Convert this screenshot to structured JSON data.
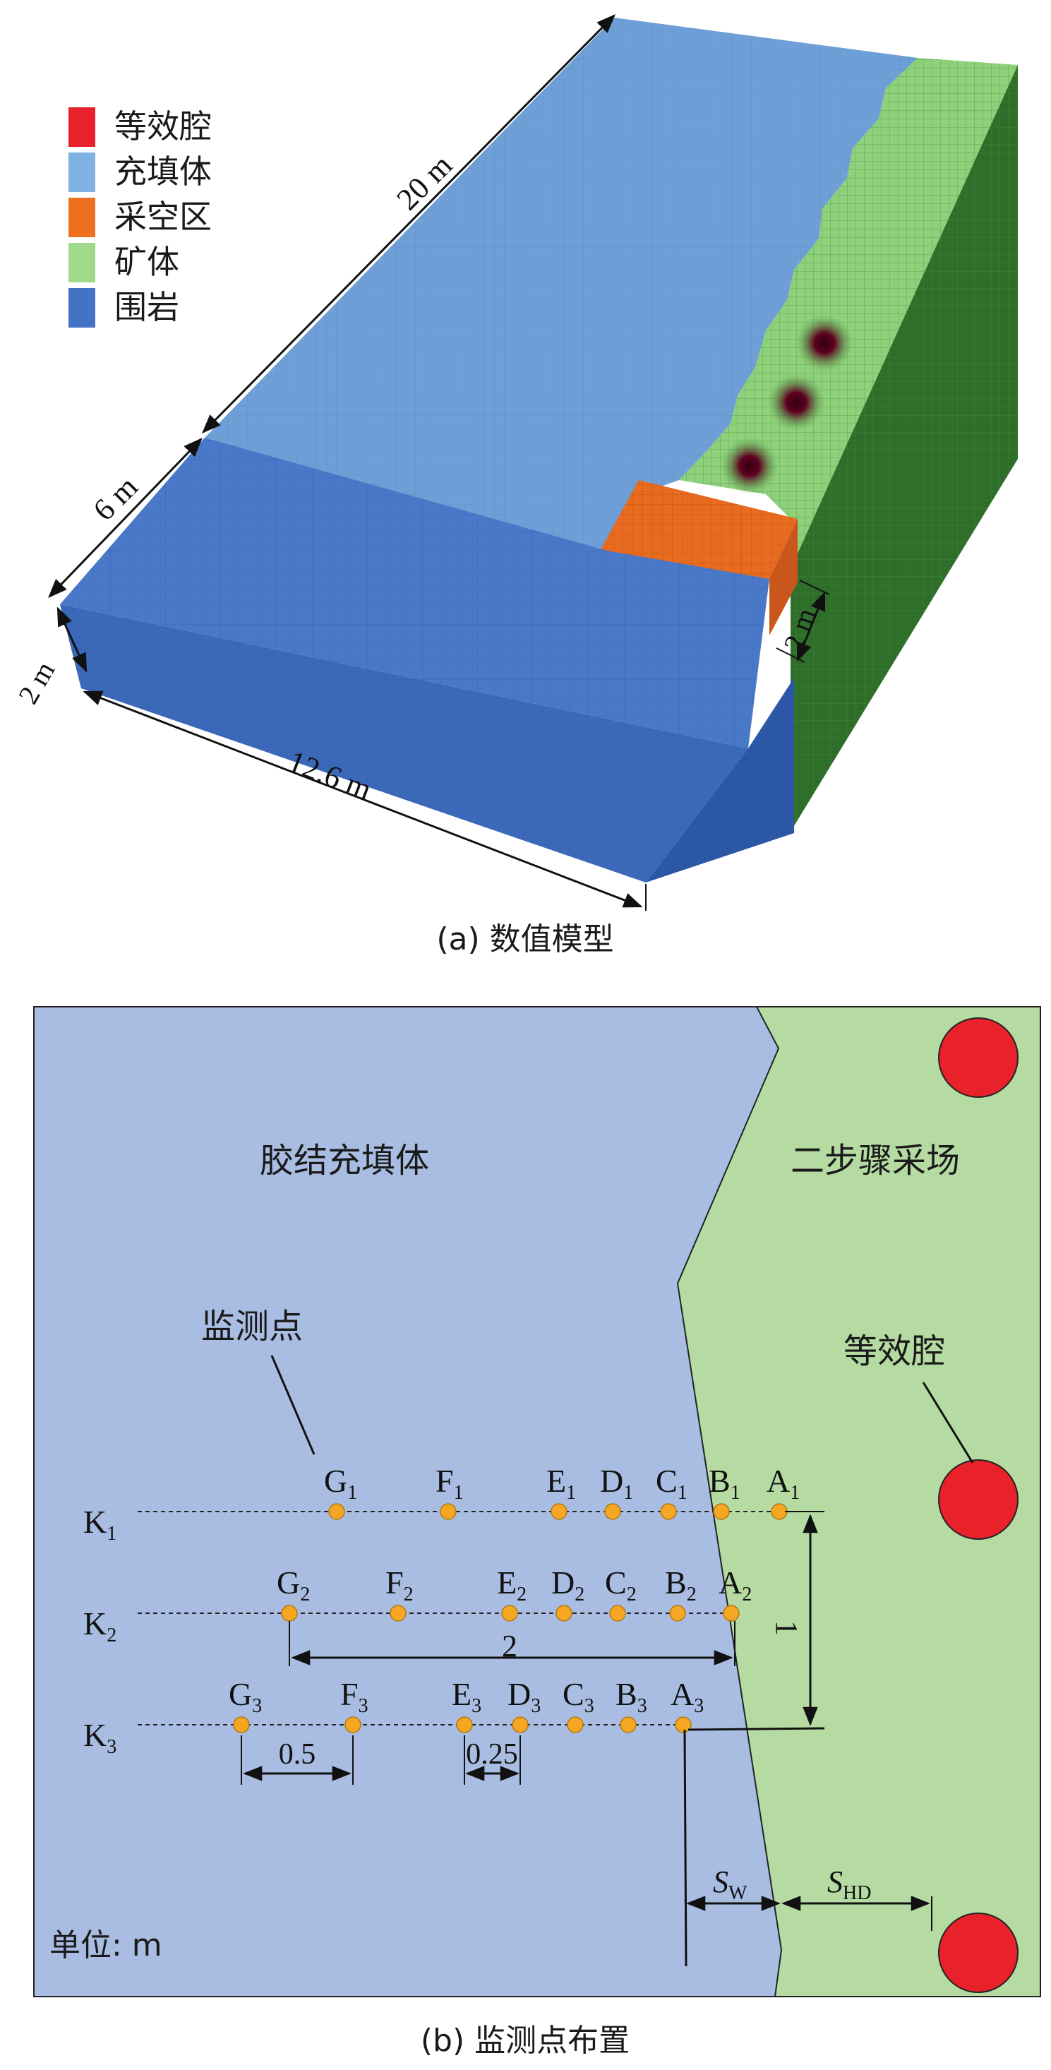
{
  "legend": [
    {
      "label": "等效腔",
      "color": "#e8212a"
    },
    {
      "label": "充填体",
      "color": "#7fb2e2"
    },
    {
      "label": "采空区",
      "color": "#f07022"
    },
    {
      "label": "矿体",
      "color": "#9fd98a"
    },
    {
      "label": "围岩",
      "color": "#4472c4"
    }
  ],
  "model": {
    "dim_length": "20 m",
    "dim_width": "6 m",
    "dim_height_left": "2 m",
    "dim_front": "12.6 m",
    "dim_height_right": "2 m",
    "caption": "(a) 数值模型"
  },
  "layout": {
    "backfill_label": "胶结充填体",
    "stope_label": "二步骤采场",
    "monitor_label": "监测点",
    "cavity_label": "等效腔",
    "unit_label": "单位: m",
    "caption": "(b) 监测点布置"
  },
  "rows": [
    {
      "name": "K",
      "sub": "1",
      "points": [
        {
          "n": "G",
          "s": "1"
        },
        {
          "n": "F",
          "s": "1"
        },
        {
          "n": "E",
          "s": "1"
        },
        {
          "n": "D",
          "s": "1"
        },
        {
          "n": "C",
          "s": "1"
        },
        {
          "n": "B",
          "s": "1"
        },
        {
          "n": "A",
          "s": "1"
        }
      ]
    },
    {
      "name": "K",
      "sub": "2",
      "points": [
        {
          "n": "G",
          "s": "2"
        },
        {
          "n": "F",
          "s": "2"
        },
        {
          "n": "E",
          "s": "2"
        },
        {
          "n": "D",
          "s": "2"
        },
        {
          "n": "C",
          "s": "2"
        },
        {
          "n": "B",
          "s": "2"
        },
        {
          "n": "A",
          "s": "2"
        }
      ]
    },
    {
      "name": "K",
      "sub": "3",
      "points": [
        {
          "n": "G",
          "s": "3"
        },
        {
          "n": "F",
          "s": "3"
        },
        {
          "n": "E",
          "s": "3"
        },
        {
          "n": "D",
          "s": "3"
        },
        {
          "n": "C",
          "s": "3"
        },
        {
          "n": "B",
          "s": "3"
        },
        {
          "n": "A",
          "s": "3"
        }
      ]
    }
  ],
  "dims": {
    "row_spacing": "1",
    "k2_span": "2",
    "k3_gf": "0.5",
    "k3_ed": "0.25",
    "sw_main": "S",
    "sw_sub": "W",
    "shd_main": "S",
    "shd_sub": "HD"
  },
  "colors": {
    "monitor_point": "#f5a623",
    "backfill_fill": "#a9bde3",
    "stope_fill": "#b5dba3",
    "cavity": "#e8212a"
  }
}
